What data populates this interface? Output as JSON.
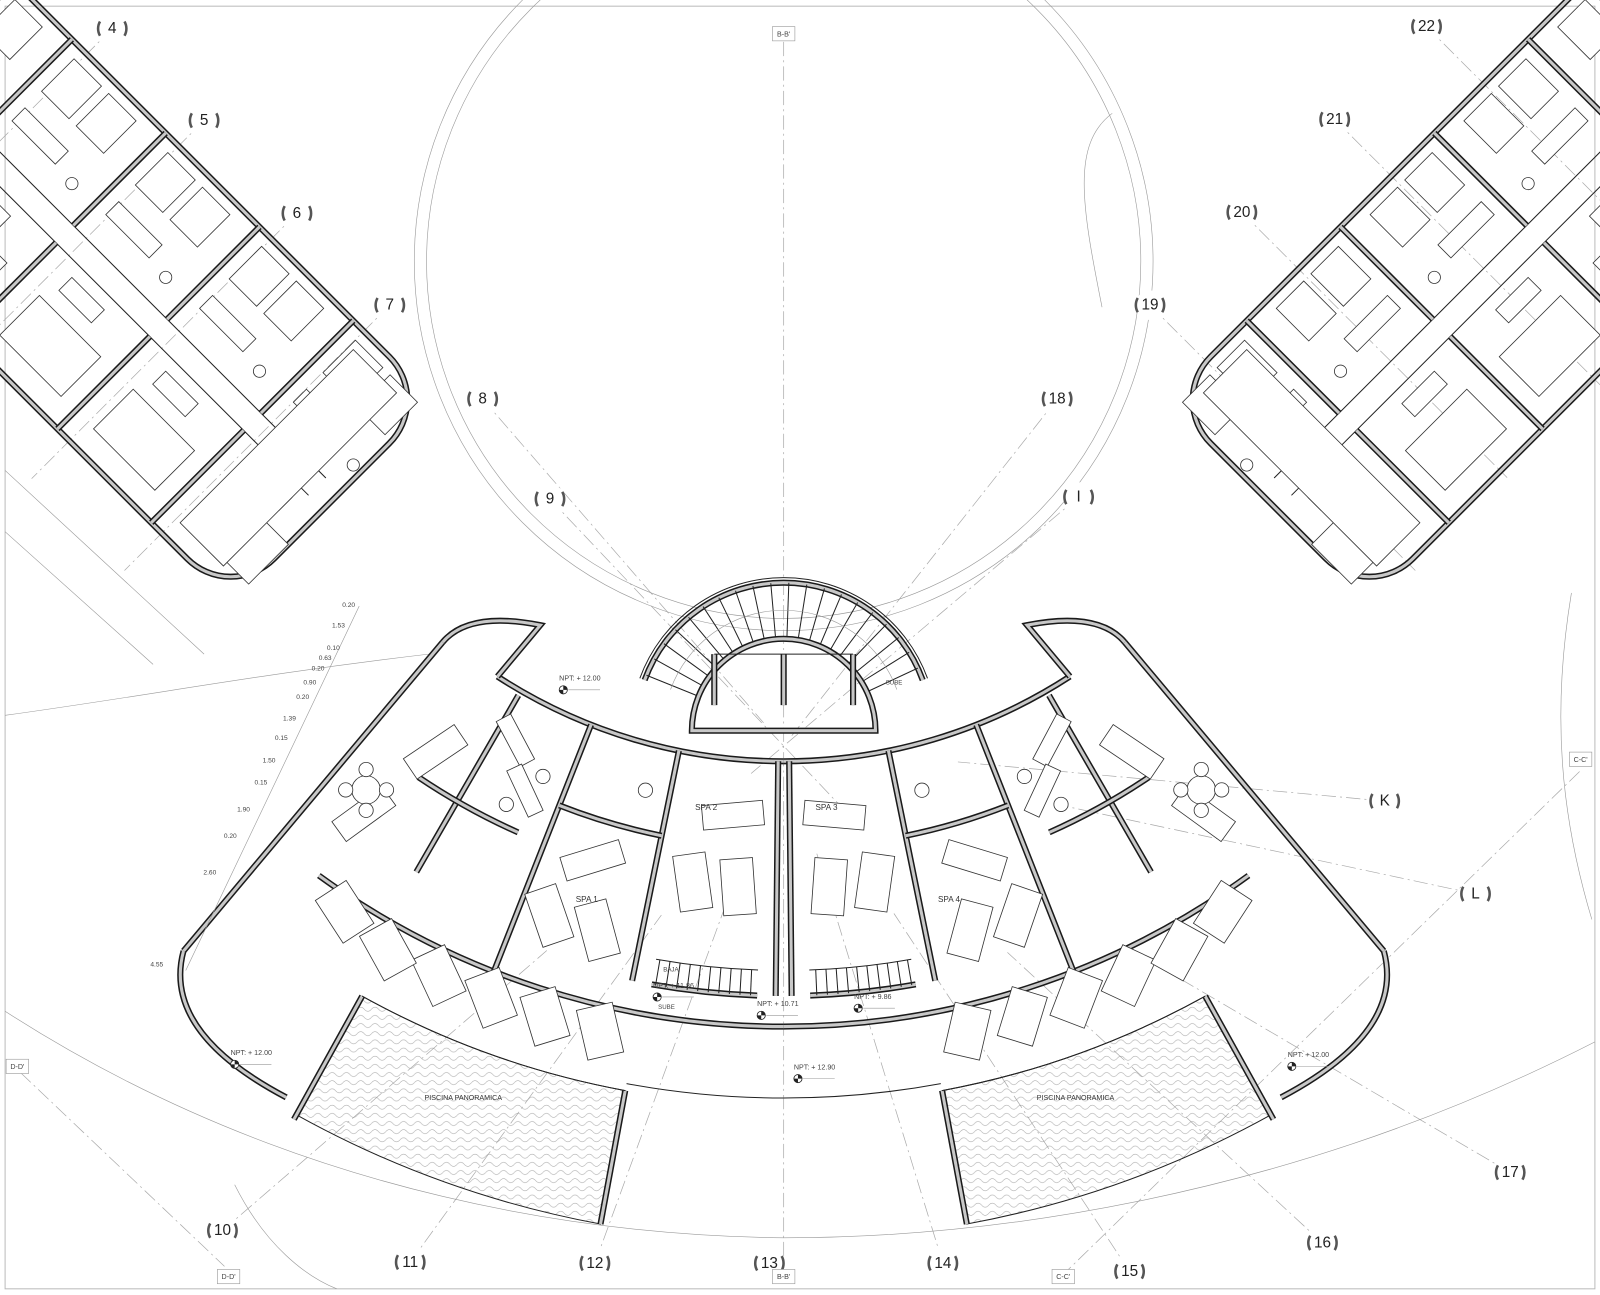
{
  "drawing": {
    "grid_bubbles": [
      "4",
      "5",
      "6",
      "7",
      "8",
      "9",
      "10",
      "11",
      "12",
      "13",
      "14",
      "15",
      "16",
      "17",
      "18",
      "19",
      "20",
      "21",
      "22",
      "I",
      "K",
      "L"
    ],
    "section_markers": [
      "B-B'",
      "B-B'",
      "C-C'",
      "C-C'",
      "D-D'",
      "D-D'"
    ],
    "dimensions": [
      "0.20",
      "1.53",
      "0.10",
      "0.63",
      "0.20",
      "0.90",
      "0.20",
      "1.39",
      "0.15",
      "1.50",
      "0.15",
      "1.90",
      "0.20",
      "2.60",
      "4.55"
    ],
    "rooms": [
      "SPA 1",
      "SPA 2",
      "SPA 3",
      "SPA 4"
    ],
    "levels": [
      "NPT: + 12.00",
      "NPT: + 11.86",
      "NPT: + 10.71",
      "NPT: + 9.86",
      "NPT: + 12.90",
      "NPT: + 12.00",
      "NPT: + 12.00"
    ],
    "pools": [
      "PISCINA PANORAMICA",
      "PISCINA PANORAMICA"
    ],
    "stairs": [
      "BAJA",
      "SUBE",
      "SUBE"
    ],
    "colors": {
      "wall_fill": "#c8c8c8",
      "wall_line": "#1a1a1a",
      "pool_hatch": "#9a9a9a"
    }
  }
}
